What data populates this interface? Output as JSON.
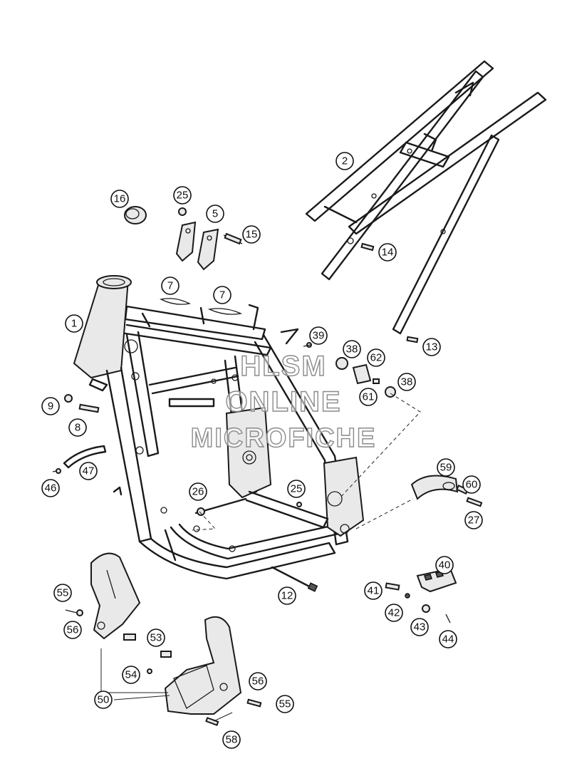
{
  "watermark": {
    "line1": "HLSM",
    "line2": "ONLINE",
    "line3": "MICROFICHE"
  },
  "callouts": [
    {
      "id": "c1",
      "label": "1"
    },
    {
      "id": "c2",
      "label": "2"
    },
    {
      "id": "c5",
      "label": "5"
    },
    {
      "id": "c7a",
      "label": "7"
    },
    {
      "id": "c7b",
      "label": "7"
    },
    {
      "id": "c8",
      "label": "8"
    },
    {
      "id": "c9",
      "label": "9"
    },
    {
      "id": "c12",
      "label": "12"
    },
    {
      "id": "c13",
      "label": "13"
    },
    {
      "id": "c14",
      "label": "14"
    },
    {
      "id": "c15",
      "label": "15"
    },
    {
      "id": "c16",
      "label": "16"
    },
    {
      "id": "c25a",
      "label": "25"
    },
    {
      "id": "c25b",
      "label": "25"
    },
    {
      "id": "c26",
      "label": "26"
    },
    {
      "id": "c27",
      "label": "27"
    },
    {
      "id": "c38a",
      "label": "38"
    },
    {
      "id": "c38b",
      "label": "38"
    },
    {
      "id": "c39",
      "label": "39"
    },
    {
      "id": "c40",
      "label": "40"
    },
    {
      "id": "c41",
      "label": "41"
    },
    {
      "id": "c42",
      "label": "42"
    },
    {
      "id": "c43",
      "label": "43"
    },
    {
      "id": "c44",
      "label": "44"
    },
    {
      "id": "c46",
      "label": "46"
    },
    {
      "id": "c47",
      "label": "47"
    },
    {
      "id": "c50",
      "label": "50"
    },
    {
      "id": "c53",
      "label": "53"
    },
    {
      "id": "c54",
      "label": "54"
    },
    {
      "id": "c55a",
      "label": "55"
    },
    {
      "id": "c55b",
      "label": "55"
    },
    {
      "id": "c56a",
      "label": "56"
    },
    {
      "id": "c56b",
      "label": "56"
    },
    {
      "id": "c58",
      "label": "58"
    },
    {
      "id": "c59",
      "label": "59"
    },
    {
      "id": "c60",
      "label": "60"
    },
    {
      "id": "c61",
      "label": "61"
    },
    {
      "id": "c62",
      "label": "62"
    }
  ]
}
